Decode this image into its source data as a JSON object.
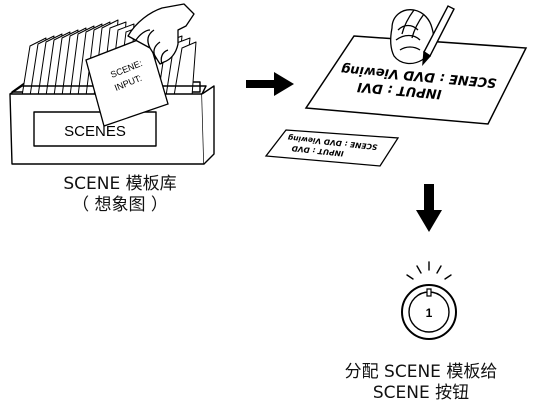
{
  "box_label": "SCENES",
  "card_in_hand": {
    "line1": "SCENE:",
    "line2": "INPUT:"
  },
  "big_sheet": {
    "line1": "SCENE : DVD Viewing",
    "line2": "INPUT : DVI"
  },
  "small_sheet": {
    "line1": "SCENE : DVD Viewing",
    "line2": "INPUT : DVD"
  },
  "knob_number": "1",
  "caption_left": {
    "line1": "SCENE 模板库",
    "line2": "（ 想象图 ）"
  },
  "caption_right": {
    "line1": "分配 SCENE 模板给",
    "line2": "SCENE 按钮"
  }
}
